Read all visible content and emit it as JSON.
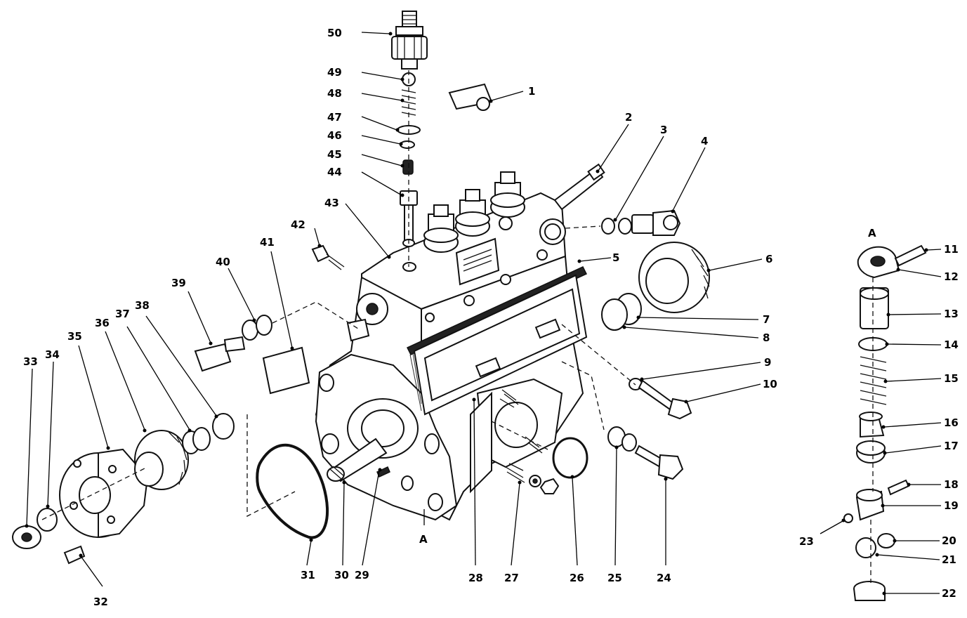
{
  "parts": [
    {
      "id": "p1",
      "text": "1"
    },
    {
      "id": "p2",
      "text": "2"
    },
    {
      "id": "p3",
      "text": "3"
    },
    {
      "id": "p4",
      "text": "4"
    },
    {
      "id": "p5",
      "text": "5"
    },
    {
      "id": "p6",
      "text": "6"
    },
    {
      "id": "p7",
      "text": "7"
    },
    {
      "id": "p8",
      "text": "8"
    },
    {
      "id": "p9",
      "text": "9"
    },
    {
      "id": "p10",
      "text": "10"
    },
    {
      "id": "p11",
      "text": "11"
    },
    {
      "id": "p12",
      "text": "12"
    },
    {
      "id": "p13",
      "text": "13"
    },
    {
      "id": "p14",
      "text": "14"
    },
    {
      "id": "p15",
      "text": "15"
    },
    {
      "id": "p16",
      "text": "16"
    },
    {
      "id": "p17",
      "text": "17"
    },
    {
      "id": "p18",
      "text": "18"
    },
    {
      "id": "p19",
      "text": "19"
    },
    {
      "id": "p20",
      "text": "20"
    },
    {
      "id": "p21",
      "text": "21"
    },
    {
      "id": "p22",
      "text": "22"
    },
    {
      "id": "p23",
      "text": "23"
    },
    {
      "id": "p24",
      "text": "24"
    },
    {
      "id": "p25",
      "text": "25"
    },
    {
      "id": "p26",
      "text": "26"
    },
    {
      "id": "p27",
      "text": "27"
    },
    {
      "id": "p28",
      "text": "28"
    },
    {
      "id": "p29",
      "text": "29"
    },
    {
      "id": "p30",
      "text": "30"
    },
    {
      "id": "p31",
      "text": "31"
    },
    {
      "id": "p32",
      "text": "32"
    },
    {
      "id": "p33",
      "text": "33"
    },
    {
      "id": "p34",
      "text": "34"
    },
    {
      "id": "p35",
      "text": "35"
    },
    {
      "id": "p36",
      "text": "36"
    },
    {
      "id": "p37",
      "text": "37"
    },
    {
      "id": "p38",
      "text": "38"
    },
    {
      "id": "p39",
      "text": "39"
    },
    {
      "id": "p40",
      "text": "40"
    },
    {
      "id": "p41",
      "text": "41"
    },
    {
      "id": "p42",
      "text": "42"
    },
    {
      "id": "p43",
      "text": "43"
    },
    {
      "id": "p44",
      "text": "44"
    },
    {
      "id": "p45",
      "text": "45"
    },
    {
      "id": "p46",
      "text": "46"
    },
    {
      "id": "p47",
      "text": "47"
    },
    {
      "id": "p48",
      "text": "48"
    },
    {
      "id": "p49",
      "text": "49"
    },
    {
      "id": "p50",
      "text": "50"
    }
  ],
  "section_marks": [
    {
      "id": "a1",
      "text": "A"
    },
    {
      "id": "a2",
      "text": "A"
    }
  ]
}
